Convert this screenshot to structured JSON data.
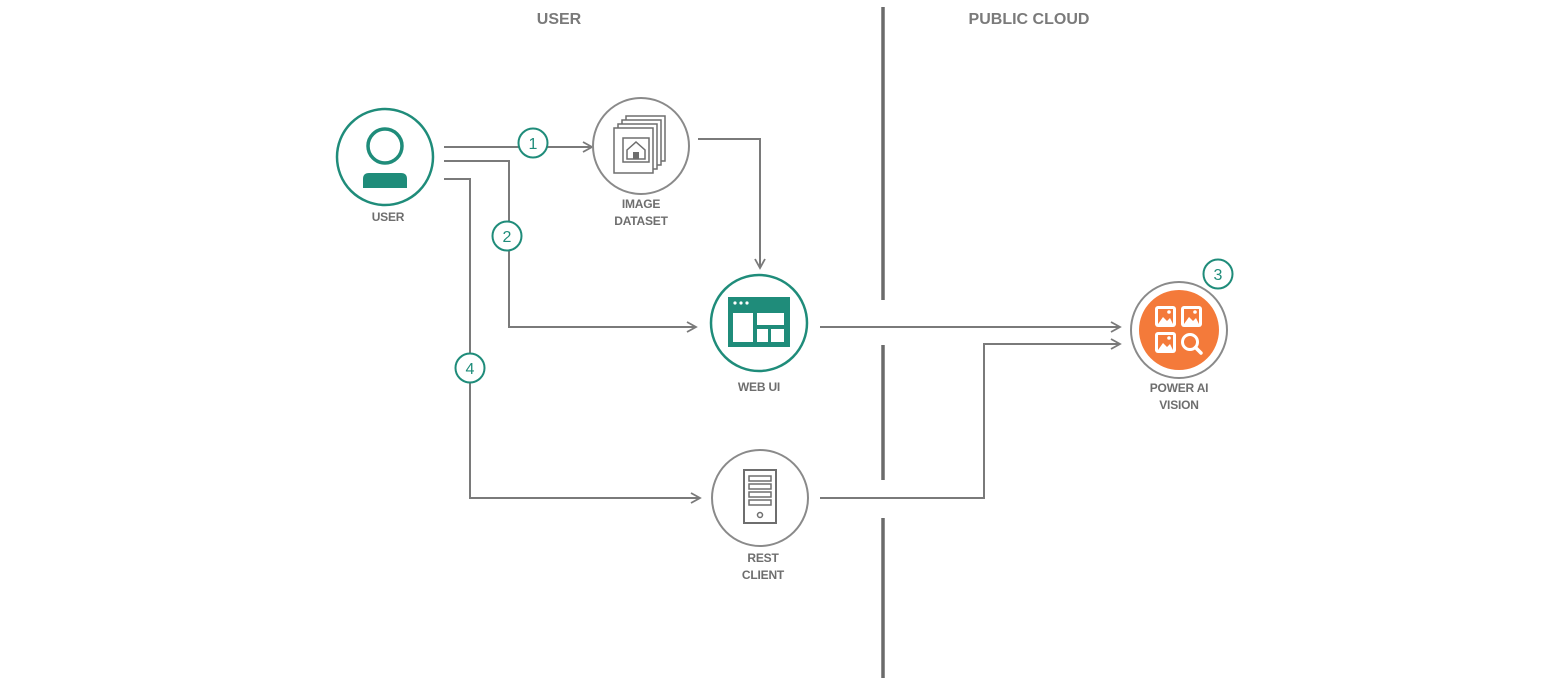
{
  "zones": {
    "user_title": "USER",
    "cloud_title": "PUBLIC CLOUD"
  },
  "nodes": {
    "user": {
      "label": "USER",
      "icon": "user-icon"
    },
    "image_dataset": {
      "label_line1": "IMAGE",
      "label_line2": "DATASET",
      "icon": "image-stack-icon"
    },
    "web_ui": {
      "label": "WEB UI",
      "icon": "browser-window-icon"
    },
    "rest_client": {
      "label_line1": "REST",
      "label_line2": "CLIENT",
      "icon": "server-icon"
    },
    "power_ai": {
      "label_line1": "POWER AI",
      "label_line2": "VISION",
      "icon": "image-search-icon"
    }
  },
  "steps": [
    "1",
    "2",
    "3",
    "4"
  ],
  "colors": {
    "teal": "#1f8c7a",
    "orange": "#f47a3a",
    "gray_line": "#7a7a7a",
    "gray_circle": "#8a8a8a",
    "divider": "#6b6b6b"
  }
}
